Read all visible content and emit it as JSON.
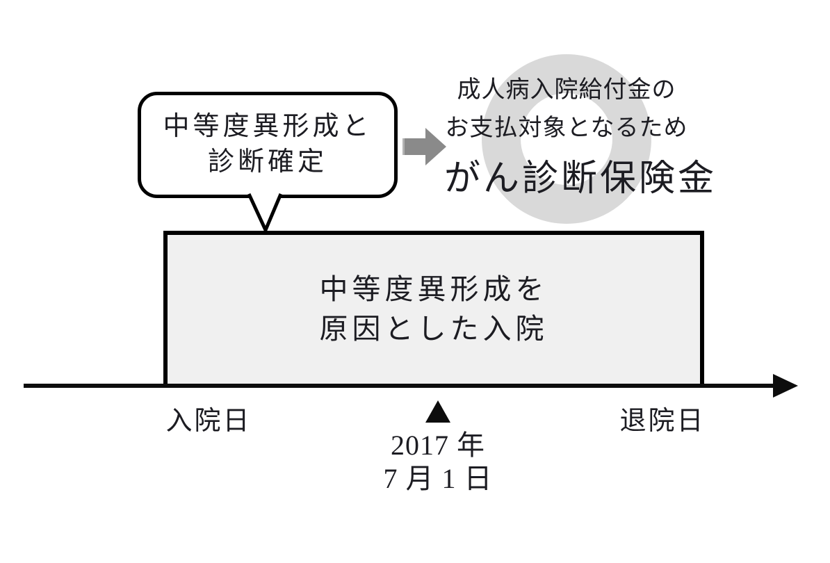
{
  "callout": {
    "line1": "中等度異形成と",
    "line2": "診断確定"
  },
  "payout_note": {
    "line1": "成人病入院給付金の",
    "line2": "お支払対象となるため",
    "headline": "がん診断保険金"
  },
  "hospitalization_box": {
    "line1": "中等度異形成を",
    "line2": "原因とした入院"
  },
  "timeline": {
    "start_label": "入院日",
    "end_label": "退院日",
    "marker_date_line1": "2017 年",
    "marker_date_line2": "7 月 1 日"
  },
  "icons": {
    "circle_mark": "large gray ring (maru / covered mark)",
    "right_arrow": "gray block arrow pointing right",
    "triangle_marker": "▲",
    "timeline_axis": "horizontal arrow pointing right"
  },
  "colors": {
    "background": "#ffffff",
    "ink": "#1c1c22",
    "border_black": "#000000",
    "box_fill": "#f0f0f0",
    "ring_gray": "#d9d9d9",
    "arrow_gray": "#8a8a8a"
  }
}
